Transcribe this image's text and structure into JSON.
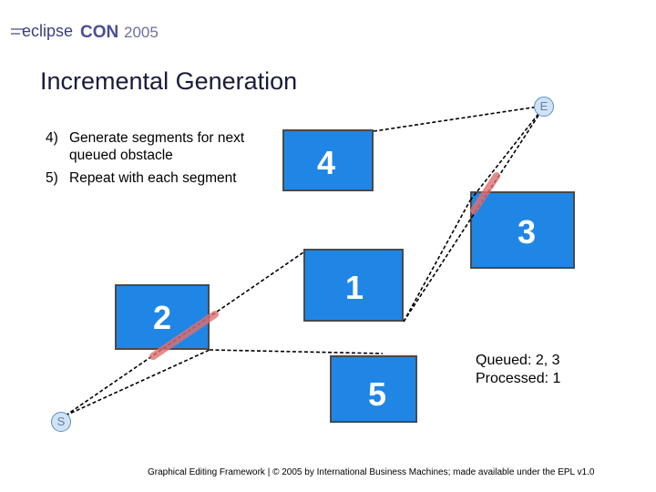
{
  "header": {
    "logo_left": "eclipse",
    "logo_right_a": "CON",
    "logo_right_b": "2005"
  },
  "title": "Incremental Generation",
  "steps": [
    {
      "num": "4)",
      "text": "Generate segments for next queued obstacle"
    },
    {
      "num": "5)",
      "text": "Repeat with each segment"
    }
  ],
  "obstacles": [
    {
      "label": "1"
    },
    {
      "label": "2"
    },
    {
      "label": "3"
    },
    {
      "label": "4"
    },
    {
      "label": "5"
    }
  ],
  "endpoints": {
    "start": "S",
    "end": "E"
  },
  "status": {
    "queued": "Queued: 2, 3",
    "processed": "Processed: 1"
  },
  "footer": "Graphical Editing Framework | © 2005 by International Business Machines; made available under the EPL v1.0",
  "colors": {
    "obstacle_fill": "#1f86e6",
    "segment_marker": "#e07070",
    "endpoint_fill": "#cfe3f6"
  }
}
